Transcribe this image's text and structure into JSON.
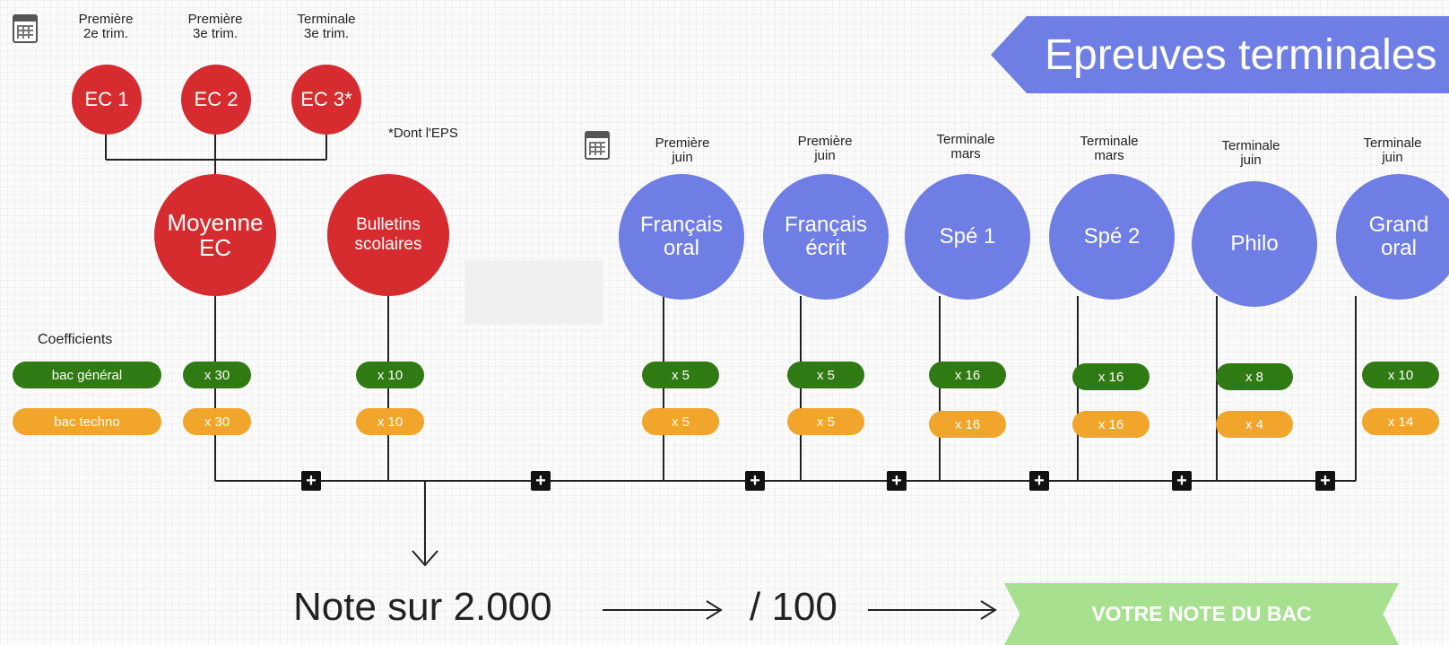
{
  "controle_continu": {
    "ec_timing": [
      {
        "label": "Première\n2e trim."
      },
      {
        "label": "Première\n3e trim."
      },
      {
        "label": "Terminale\n3e trim."
      }
    ],
    "ec_circles": [
      "EC 1",
      "EC 2",
      "EC 3*"
    ],
    "eps_note": "*Dont l'EPS",
    "moyenne": "Moyenne\nEC",
    "bulletins": "Bulletins\nscolaires",
    "coef_title": "Coefficients",
    "legend_general": "bac général",
    "legend_techno": "bac techno",
    "coefs": [
      {
        "general": "x 30",
        "techno": "x 30"
      },
      {
        "general": "x 10",
        "techno": "x 10"
      }
    ]
  },
  "epreuves": {
    "banner": "Epreuves terminales",
    "items": [
      {
        "timing": "Première\njuin",
        "name": "Français\noral",
        "general": "x 5",
        "techno": "x 5"
      },
      {
        "timing": "Première\njuin",
        "name": "Français\nécrit",
        "general": "x 5",
        "techno": "x 5"
      },
      {
        "timing": "Terminale\nmars",
        "name": "Spé 1",
        "general": "x 16",
        "techno": "x 16"
      },
      {
        "timing": "Terminale\nmars",
        "name": "Spé 2",
        "general": "x 16",
        "techno": "x 16"
      },
      {
        "timing": "Terminale\njuin",
        "name": "Philo",
        "general": "x 8",
        "techno": "x 4"
      },
      {
        "timing": "Terminale\njuin",
        "name": "Grand\noral",
        "general": "x 10",
        "techno": "x 14"
      }
    ]
  },
  "result": {
    "note_2000": "Note sur 2.000",
    "note_100": "/ 100",
    "final": "VOTRE NOTE DU BAC"
  },
  "colors": {
    "controle_continu": "#d62b2f",
    "epreuves": "#6f7ee4",
    "general": "#2f7a12",
    "techno": "#f2a52b",
    "final": "#a7e08f"
  }
}
